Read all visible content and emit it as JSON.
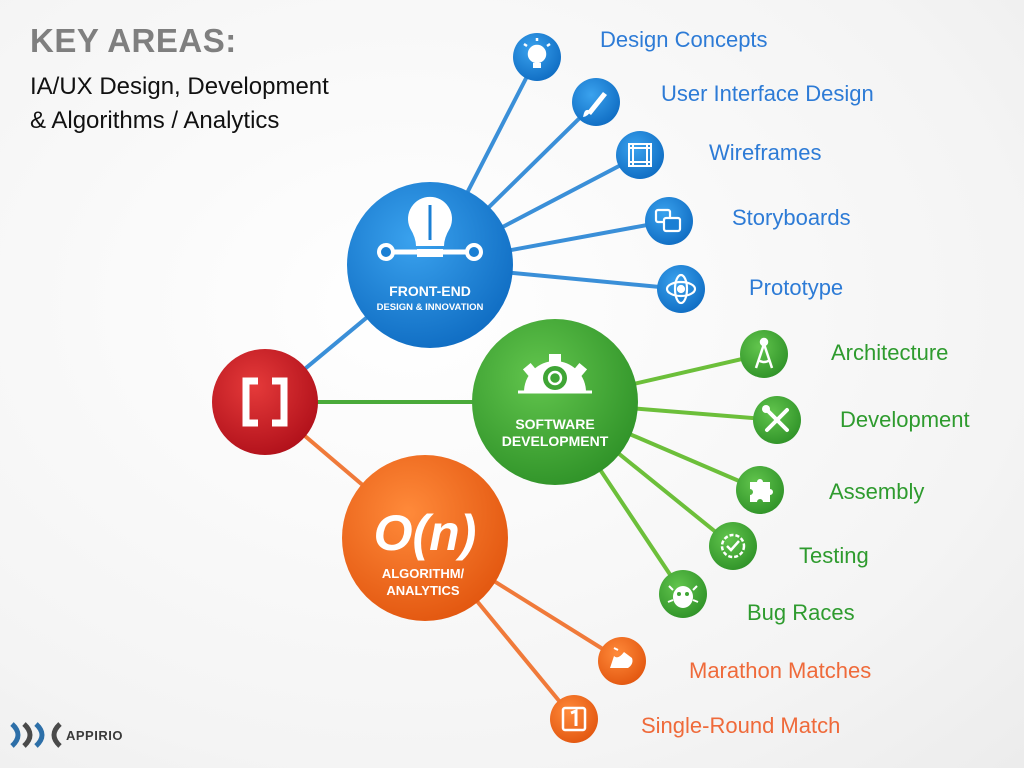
{
  "title": "KEY AREAS:",
  "subtitle_lines": [
    "IA/UX Design, Development",
    "& Algorithms / Analytics"
  ],
  "colors": {
    "blue": "#1a7fd4",
    "green": "#3fa535",
    "orange": "#f26b1d",
    "red": "#c8161d",
    "blue_text": "#2d7bd6",
    "green_text": "#2e9b2e",
    "orange_text": "#ef6a3a"
  },
  "hubs": {
    "center": {
      "icon": "bracket-logo-icon"
    },
    "frontend": {
      "line1": "FRONT-END",
      "line2": "DESIGN & INNOVATION",
      "icon": "lightbulb-icon"
    },
    "software": {
      "line1": "SOFTWARE",
      "line2": "DEVELOPMENT",
      "icon": "gear-icon"
    },
    "algorithm": {
      "big": "O(n)",
      "line1": "ALGORITHM/",
      "line2": "ANALYTICS"
    }
  },
  "branches": {
    "frontend": [
      {
        "label": "Design Concepts",
        "icon": "lightbulb-icon"
      },
      {
        "label": "User Interface Design",
        "icon": "paintbrush-icon"
      },
      {
        "label": "Wireframes",
        "icon": "wireframe-icon"
      },
      {
        "label": "Storyboards",
        "icon": "storyboard-icon"
      },
      {
        "label": "Prototype",
        "icon": "prototype-icon"
      }
    ],
    "software": [
      {
        "label": "Architecture",
        "icon": "compass-icon"
      },
      {
        "label": "Development",
        "icon": "tools-icon"
      },
      {
        "label": "Assembly",
        "icon": "puzzle-icon"
      },
      {
        "label": "Testing",
        "icon": "check-gear-icon"
      },
      {
        "label": "Bug Races",
        "icon": "bug-icon"
      }
    ],
    "algorithm": [
      {
        "label": "Marathon Matches",
        "icon": "running-shoe-icon"
      },
      {
        "label": "Single-Round Match",
        "icon": "number-one-icon"
      }
    ]
  },
  "logo": {
    "text": "APPIRIO",
    "mark": "appirio-logo-icon"
  }
}
